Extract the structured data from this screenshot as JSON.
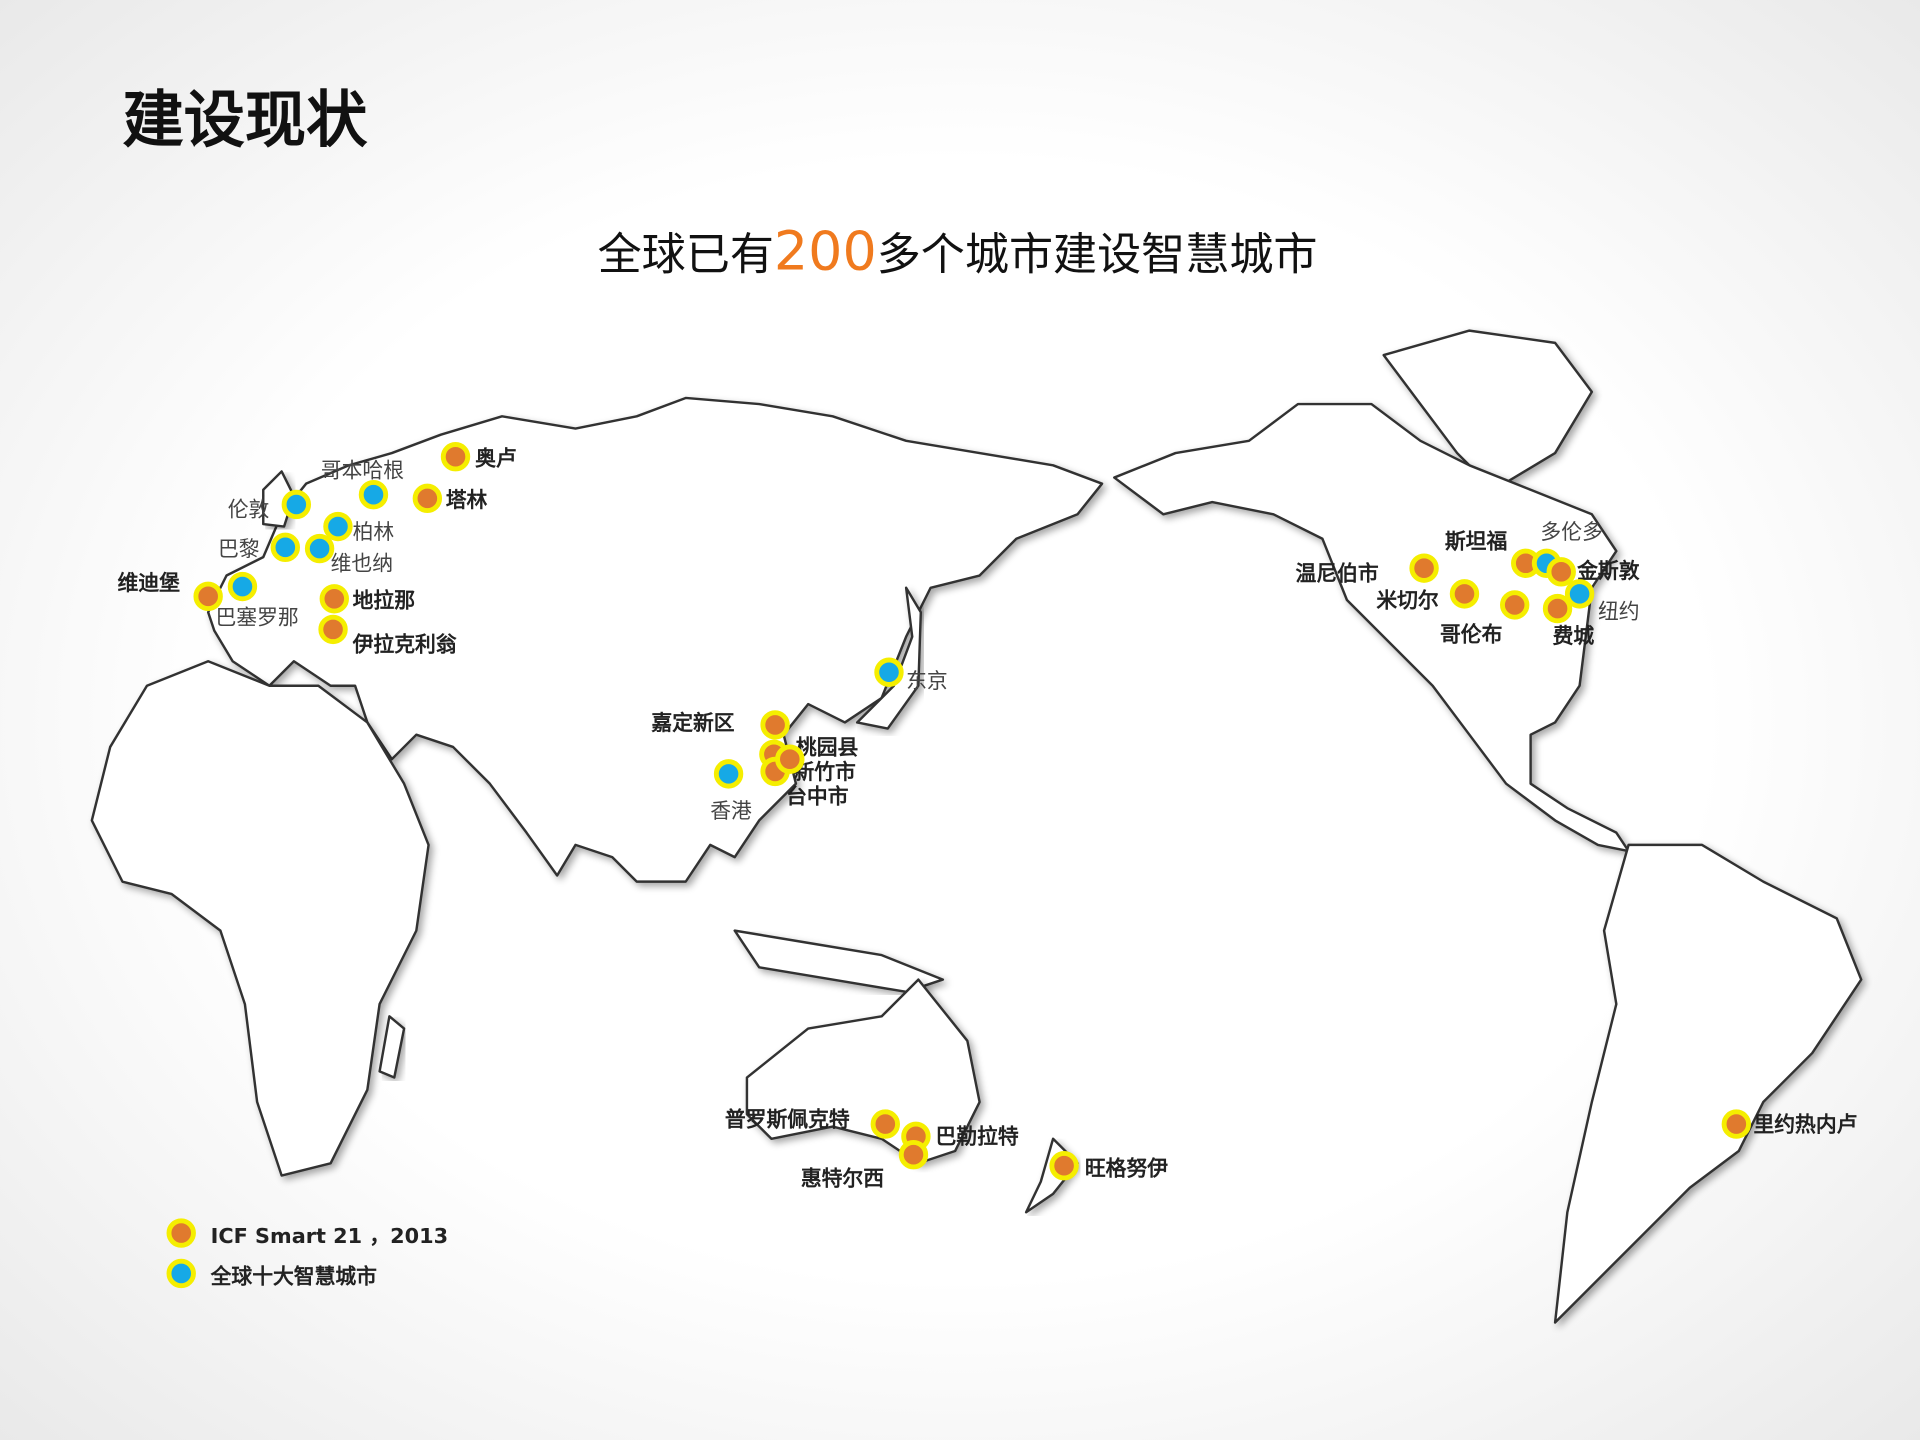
{
  "page_title": "建设现状",
  "headline": {
    "prefix": "全球已有",
    "number": "200",
    "suffix": "多个城市建设智慧城市"
  },
  "colors": {
    "icf": "#e07a2e",
    "top10": "#16a9e6",
    "ring": "#f5ee00",
    "number": "#f07a1e"
  },
  "legend": [
    {
      "type": "icf",
      "label": "ICF Smart 21 ，2013"
    },
    {
      "type": "top10",
      "label": "全球十大智慧城市"
    }
  ],
  "cities": [
    {
      "name": "奥卢",
      "type": "icf"
    },
    {
      "name": "哥本哈根",
      "type": "top10"
    },
    {
      "name": "塔林",
      "type": "icf"
    },
    {
      "name": "伦敦",
      "type": "top10"
    },
    {
      "name": "柏林",
      "type": "top10"
    },
    {
      "name": "巴黎",
      "type": "top10"
    },
    {
      "name": "维也纳",
      "type": "top10"
    },
    {
      "name": "维迪堡",
      "type": "icf"
    },
    {
      "name": "巴塞罗那",
      "type": "top10"
    },
    {
      "name": "地拉那",
      "type": "icf"
    },
    {
      "name": "伊拉克利翁",
      "type": "icf"
    },
    {
      "name": "嘉定新区",
      "type": "icf"
    },
    {
      "name": "桃园县",
      "type": "icf"
    },
    {
      "name": "新竹市",
      "type": "icf"
    },
    {
      "name": "台中市",
      "type": "icf"
    },
    {
      "name": "香港",
      "type": "top10"
    },
    {
      "name": "东京",
      "type": "top10"
    },
    {
      "name": "温尼伯市",
      "type": "icf"
    },
    {
      "name": "米切尔",
      "type": "icf"
    },
    {
      "name": "斯坦福",
      "type": "icf"
    },
    {
      "name": "多伦多",
      "type": "top10"
    },
    {
      "name": "金斯敦",
      "type": "icf"
    },
    {
      "name": "纽约",
      "type": "top10"
    },
    {
      "name": "费城",
      "type": "icf"
    },
    {
      "name": "哥伦布",
      "type": "icf"
    },
    {
      "name": "普罗斯佩克特",
      "type": "icf"
    },
    {
      "name": "巴勒拉特",
      "type": "icf"
    },
    {
      "name": "惠特尔西",
      "type": "icf"
    },
    {
      "name": "旺格努伊",
      "type": "icf"
    },
    {
      "name": "里约热内卢",
      "type": "icf"
    }
  ]
}
